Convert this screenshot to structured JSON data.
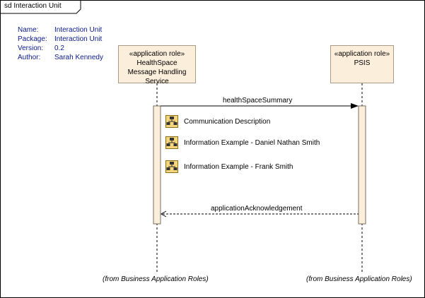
{
  "frame": {
    "title": "sd Interaction Unit"
  },
  "meta": [
    {
      "key": "Name:",
      "value": "Interaction Unit"
    },
    {
      "key": "Package:",
      "value": "Interaction Unit"
    },
    {
      "key": "Version:",
      "value": "0.2"
    },
    {
      "key": "Author:",
      "value": "Sarah Kennedy"
    }
  ],
  "lifelines": [
    {
      "stereotype": "«application role»",
      "name": "HealthSpace Message Handling Service",
      "from": "(from Business Application Roles)"
    },
    {
      "stereotype": "«application role»",
      "name": "PSIS",
      "from": "(from Business Application Roles)"
    }
  ],
  "messages": [
    {
      "label": "healthSpaceSummary",
      "kind": "sync"
    },
    {
      "label": "applicationAcknowledgement",
      "kind": "return"
    }
  ],
  "notes": [
    {
      "label": "Communication Description",
      "icon": "org-chart-icon"
    },
    {
      "label": "Information Example - Daniel Nathan Smith",
      "icon": "org-chart-icon"
    },
    {
      "label": "Information Example - Frank Smith",
      "icon": "org-chart-icon"
    }
  ],
  "colors": {
    "lifeline_fill": "#fbeedb",
    "meta_text": "#0a1a8a"
  }
}
